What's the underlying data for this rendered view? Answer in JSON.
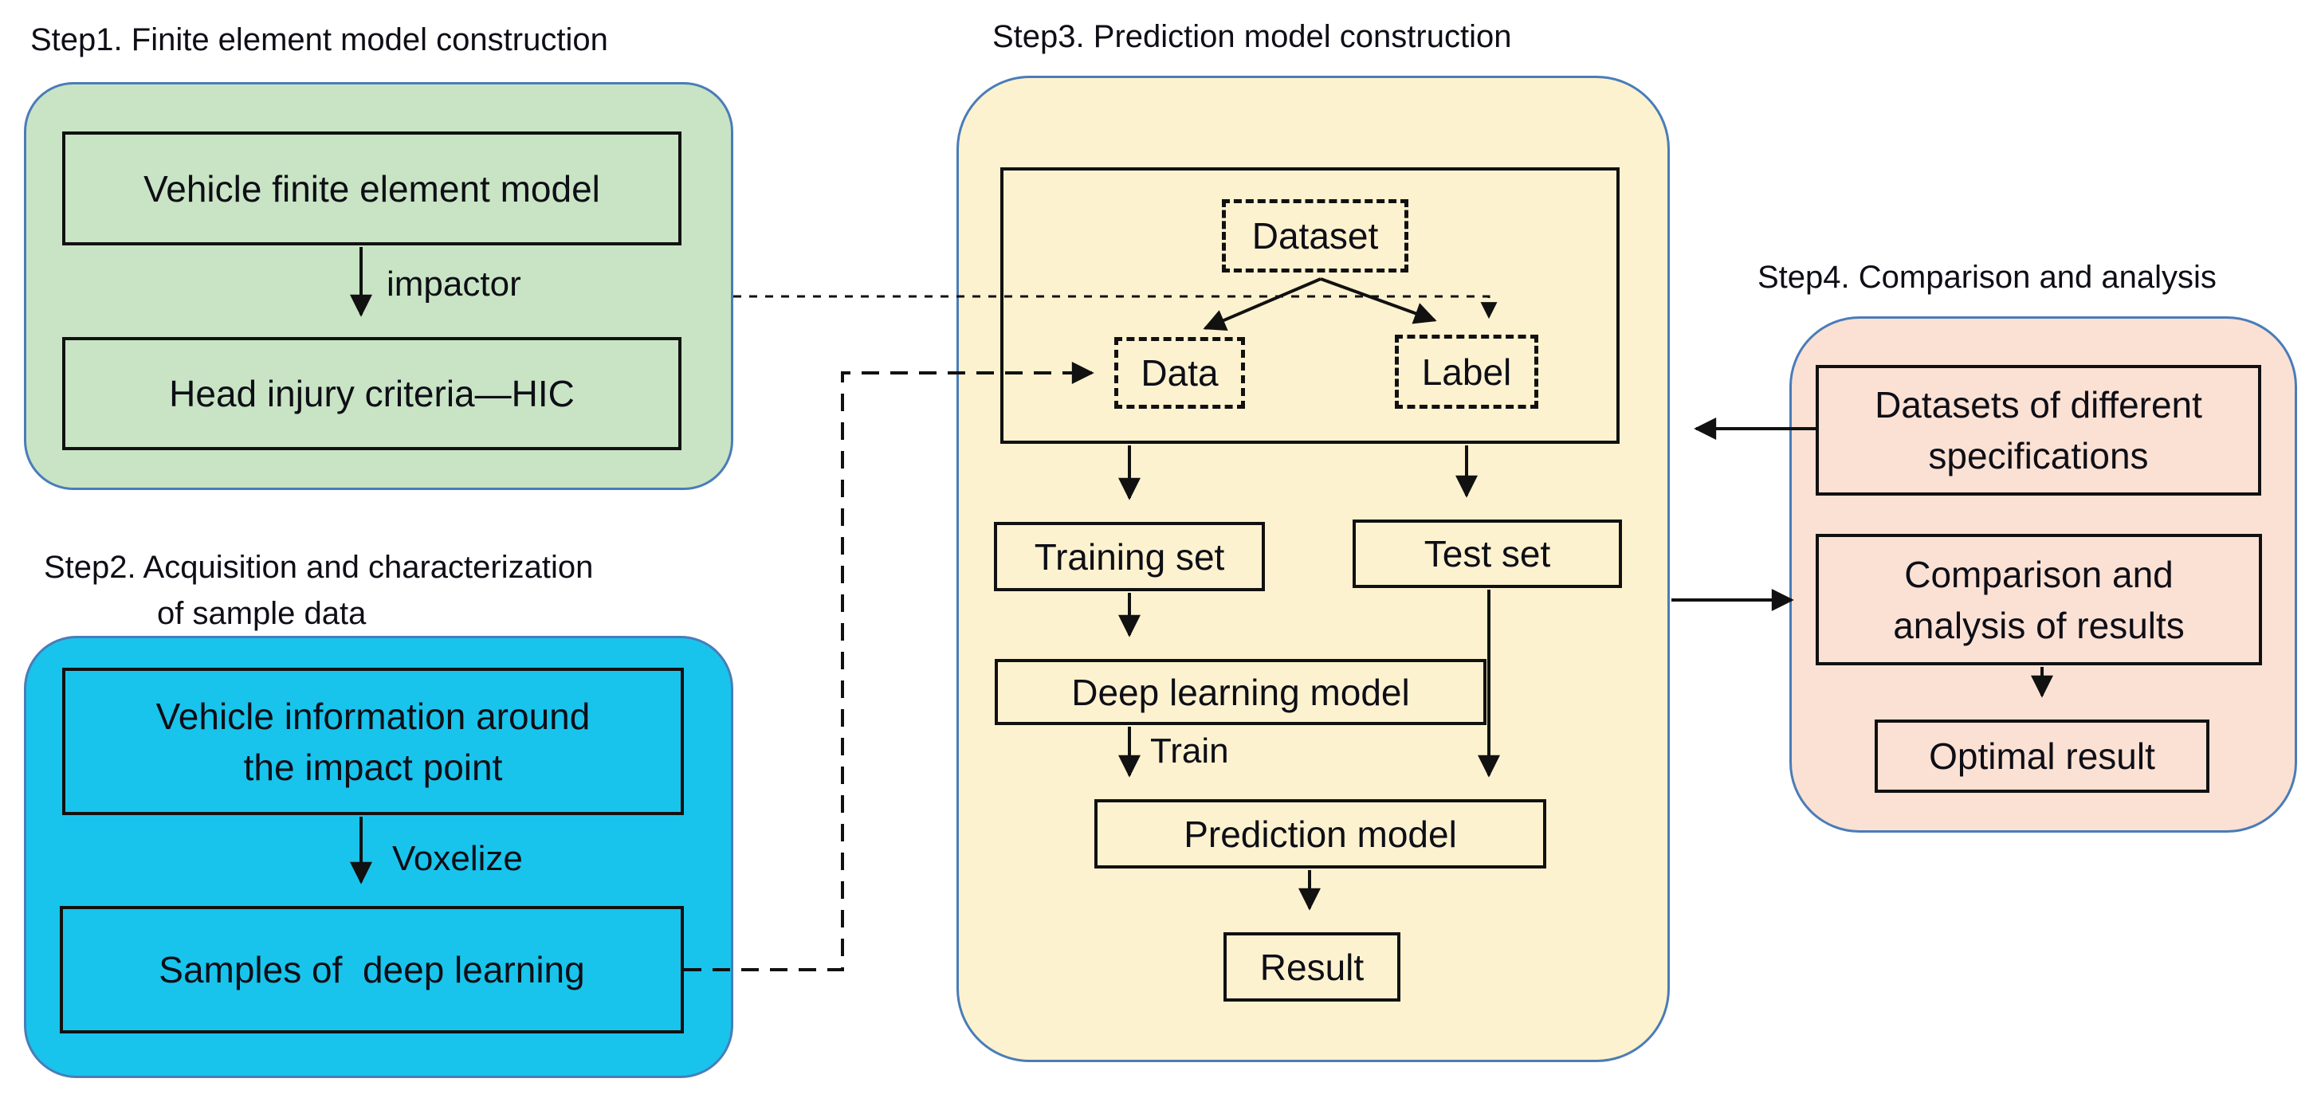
{
  "texts": {
    "step1_title": "Step1. Finite element model construction",
    "step1_box1": "Vehicle finite element model",
    "step1_arrow_label": "impactor",
    "step1_box2": "Head injury criteria—HIC",
    "step2_title_line1": "Step2. Acquisition and characterization",
    "step2_title_line2": "of sample data",
    "step2_box1_line1": "Vehicle information around",
    "step2_box1_line2": "the impact point",
    "step2_arrow_label": "Voxelize",
    "step2_box2": "Samples of  deep learning",
    "step3_title": "Step3. Prediction model construction",
    "dataset": "Dataset",
    "data": "Data",
    "label": "Label",
    "training_set": "Training set",
    "test_set": "Test set",
    "deep_learning_model": "Deep learning model",
    "train_label": "Train",
    "prediction_model": "Prediction model",
    "result": "Result",
    "step4_title": "Step4. Comparison and analysis",
    "step4_box1_line1": "Datasets of different",
    "step4_box1_line2": "specifications",
    "step4_box2_line1": "Comparison and",
    "step4_box2_line2": "analysis of results",
    "step4_box3": "Optimal result"
  },
  "colors": {
    "step1_fill": "#c8e4c4",
    "step2_fill": "#18c4ec",
    "step3_fill": "#fdf2cf",
    "step4_fill": "#fbe1d4",
    "container_border": "#4a7cb8",
    "node_border": "#111111",
    "line": "#111111",
    "text": "#0e0e16"
  }
}
